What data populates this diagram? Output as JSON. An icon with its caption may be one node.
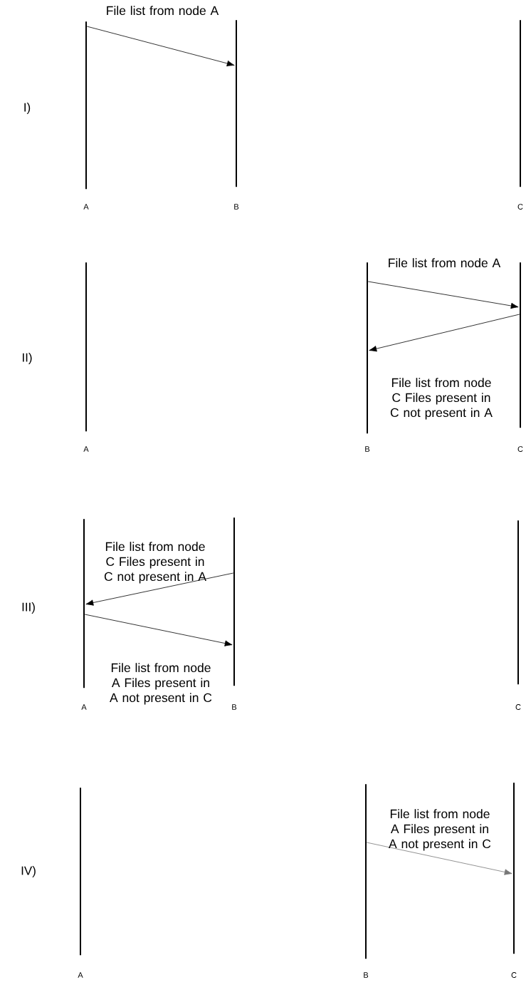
{
  "diagram": {
    "nodes": [
      {
        "text": [
          "A"
        ]
      },
      {
        "text": [
          "B"
        ]
      },
      {
        "text": [
          "C"
        ]
      },
      {
        "text": [
          "A"
        ]
      },
      {
        "text": [
          "B"
        ]
      },
      {
        "text": [
          "C"
        ]
      },
      {
        "text": [
          "A"
        ]
      },
      {
        "text": [
          "B"
        ]
      },
      {
        "text": [
          "C"
        ]
      },
      {
        "text": [
          "A"
        ]
      },
      {
        "text": [
          "B"
        ]
      },
      {
        "text": [
          "C"
        ]
      }
    ],
    "edges": [
      {
        "from": 0,
        "to": 1,
        "arrow": "to",
        "label": "File list from node A"
      },
      {
        "from": 4,
        "to": 5,
        "arrow": "to",
        "label": "File list from node A"
      },
      {
        "from": 5,
        "to": 4,
        "arrow": "to",
        "label": "File list from node C Files present in C not present in A"
      },
      {
        "from": 7,
        "to": 6,
        "arrow": "to",
        "label": "File list from node C Files present in C not present in A"
      },
      {
        "from": 6,
        "to": 7,
        "arrow": "to",
        "label": "File list from node A Files present in A not present in C"
      },
      {
        "from": 10,
        "to": 11,
        "arrow": "to",
        "label": "File list from node A Files present in A not present in C",
        "color": "#777777"
      }
    ],
    "labels": [
      "I)",
      "II)",
      "III)",
      "IV)"
    ]
  }
}
